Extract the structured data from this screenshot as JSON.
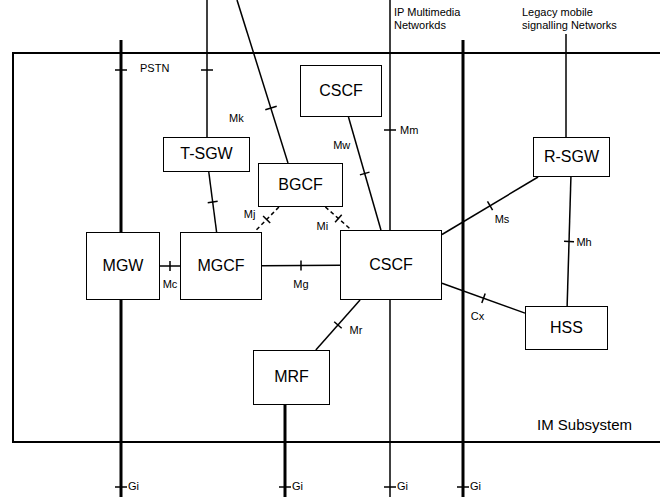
{
  "diagram": {
    "nodes": [
      {
        "text": [
          "IM Subsystem"
        ]
      },
      {
        "text": [
          "CSCF"
        ],
        "in": 0
      },
      {
        "text": [
          "T-SGW"
        ],
        "in": 0
      },
      {
        "text": [
          "R-SGW"
        ],
        "in": 0
      },
      {
        "text": [
          "BGCF"
        ],
        "in": 0
      },
      {
        "text": [
          "MGW"
        ],
        "in": 0
      },
      {
        "text": [
          "MGCF"
        ],
        "in": 0
      },
      {
        "text": [
          "CSCF"
        ],
        "in": 0
      },
      {
        "text": [
          "HSS"
        ],
        "in": 0
      },
      {
        "text": [
          "MRF"
        ],
        "in": 0
      }
    ],
    "edges": [
      {
        "from": 2,
        "to": 6,
        "arrow": "none"
      },
      {
        "from": 5,
        "to": 6,
        "label": "Mc",
        "arrow": "none"
      },
      {
        "from": 6,
        "to": 7,
        "label": "Mg",
        "arrow": "none"
      },
      {
        "from": 4,
        "to": 6,
        "label": "Mj",
        "arrow": "none"
      },
      {
        "from": 4,
        "to": 7,
        "label": "Mi",
        "arrow": "none"
      },
      {
        "from": 1,
        "to": 7,
        "label": "Mw",
        "arrow": "none"
      },
      {
        "from": 7,
        "to": 3,
        "label": "Ms",
        "arrow": "none"
      },
      {
        "from": 3,
        "to": 8,
        "label": "Mh",
        "arrow": "none"
      },
      {
        "from": 7,
        "to": 8,
        "label": "Cx",
        "arrow": "none"
      },
      {
        "from": 7,
        "to": 9,
        "label": "Mr",
        "arrow": "none"
      }
    ],
    "labels": [
      "IP Multimedia Networkds",
      "Legacy mobile signalling Networks",
      "PSTN",
      "Mk",
      "Mm",
      "Gi",
      "Gi",
      "Gi",
      "Gi"
    ]
  }
}
